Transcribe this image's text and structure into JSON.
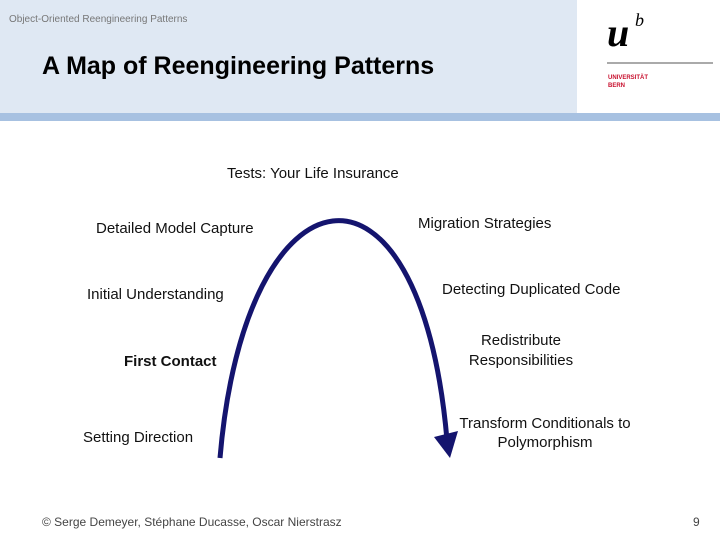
{
  "header": {
    "course": "Object-Oriented Reengineering Patterns",
    "title": "A Map of Reengineering Patterns"
  },
  "logo": {
    "letters": "u b",
    "line1": "UNIVERSITÄT",
    "line2": "BERN",
    "accent": "#c8102e"
  },
  "diagram": {
    "top": "Tests: Your Life Insurance",
    "left": [
      "Detailed Model Capture",
      "Initial Understanding",
      "First Contact",
      "Setting Direction"
    ],
    "right": [
      "Migration Strategies",
      "Detecting Duplicated Code",
      "Redistribute Responsibilities",
      "Transform Conditionals to Polymorphism"
    ],
    "arrow_color": "#14146e"
  },
  "footer": {
    "copyright": "© Serge Demeyer, Stéphane Ducasse, Oscar Nierstrasz",
    "page": "9"
  }
}
